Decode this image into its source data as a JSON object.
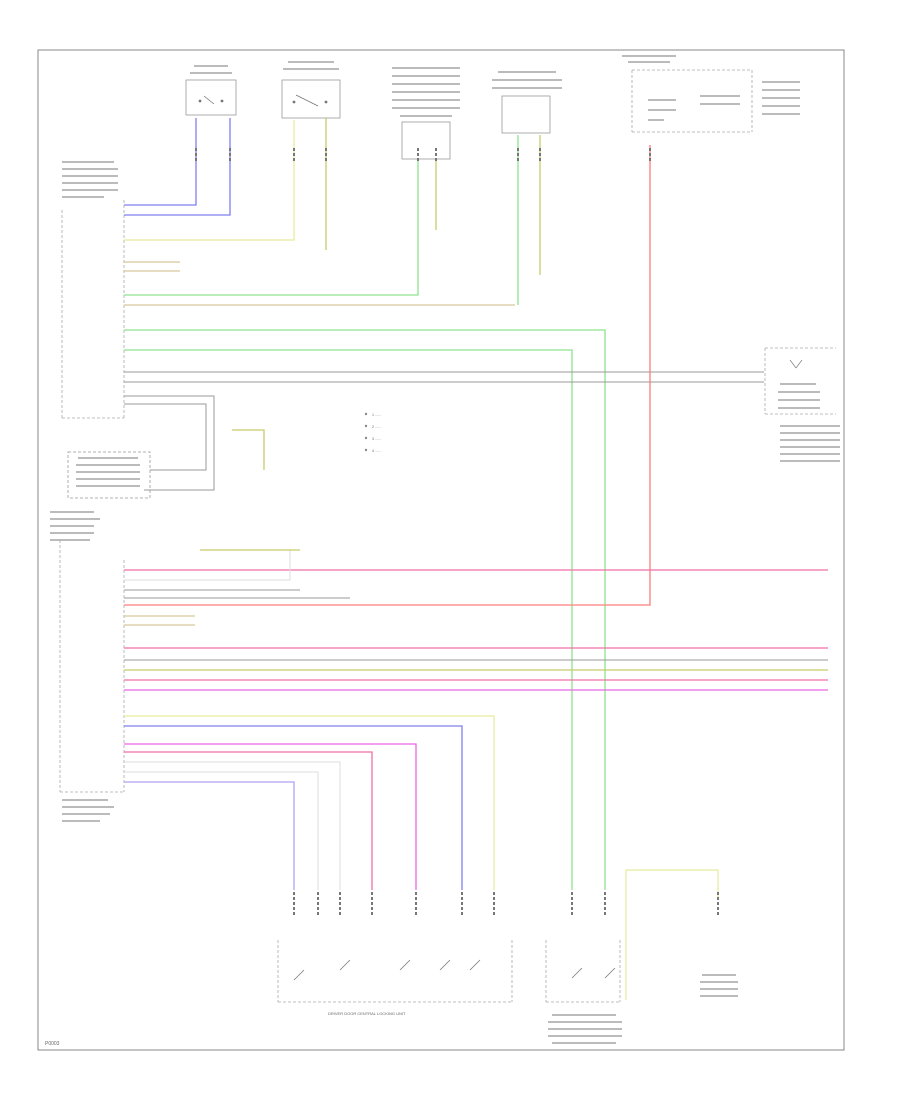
{
  "diagram": {
    "page_code": "P0003",
    "bottom_label": "DRIVER DOOR CENTRAL LOCKING UNIT",
    "legend": [
      "1 ......",
      "2 ......",
      "3 ......",
      "4 ......"
    ],
    "colors": {
      "blue": "#7f7ff0",
      "blue_dark": "#8d8df5",
      "yellow": "#e7ea9e",
      "green": "#8fe38f",
      "olive": "#c7cb6a",
      "tan": "#d8c69a",
      "pink": "#f06fa7",
      "magenta": "#ea66e8",
      "red": "#ff7d7d",
      "gray": "#9a9a9a",
      "white": "#dddddd",
      "violet": "#b5a0f0"
    }
  }
}
